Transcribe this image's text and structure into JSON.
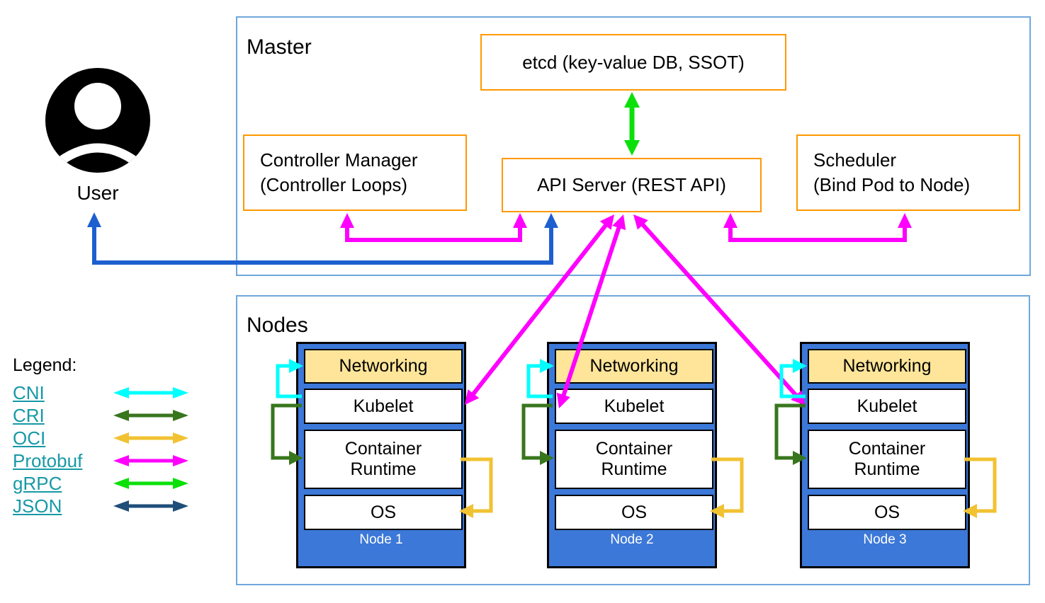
{
  "user": {
    "label": "User"
  },
  "master": {
    "label": "Master",
    "etcd": {
      "label": "etcd (key-value DB, SSOT)"
    },
    "controller_manager": {
      "line1": "Controller Manager",
      "line2": "(Controller Loops)"
    },
    "api_server": {
      "label": "API Server (REST API)"
    },
    "scheduler": {
      "line1": "Scheduler",
      "line2": "(Bind Pod to Node)"
    }
  },
  "nodes": {
    "label": "Nodes",
    "layers": {
      "networking": "Networking",
      "kubelet": "Kubelet",
      "container_runtime": "Container Runtime",
      "os": "OS"
    },
    "items": [
      {
        "name": "Node 1"
      },
      {
        "name": "Node 2"
      },
      {
        "name": "Node 3"
      }
    ]
  },
  "legend": {
    "title": "Legend:",
    "items": [
      {
        "label": "CNI",
        "color": "#00ffff"
      },
      {
        "label": "CRI",
        "color": "#38761d"
      },
      {
        "label": "OCI",
        "color": "#f1c232"
      },
      {
        "label": "Protobuf",
        "color": "#ff00ff"
      },
      {
        "label": "gRPC",
        "color": "#0be00b"
      },
      {
        "label": "JSON",
        "color": "#1f4e79"
      }
    ]
  },
  "colors": {
    "container_border": "#6fa8dc",
    "component_border": "#ff9900",
    "node_fill": "#3c78d8",
    "networking_fill": "#ffe599",
    "legend_link_text": "#1799a6",
    "user_arrow_blue": "#1e5fd0",
    "protobuf_magenta": "#ff00ff",
    "grpc_green": "#0be00b"
  }
}
